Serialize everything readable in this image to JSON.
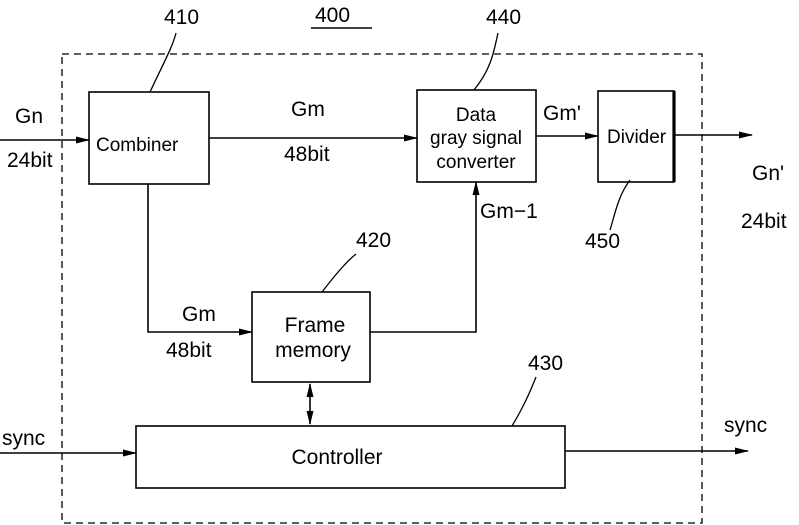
{
  "colors": {
    "ink": "#000000",
    "background": "#ffffff"
  },
  "labels": {
    "system_ref": "400",
    "combiner_ref": "410",
    "frame_memory_ref": "420",
    "controller_ref": "430",
    "converter_ref": "440",
    "divider_ref": "450"
  },
  "blocks": {
    "combiner": "Combiner",
    "converter_line1": "Data",
    "converter_line2": "gray signal",
    "converter_line3": "converter",
    "divider": "Divider",
    "frame_memory_line1": "Frame",
    "frame_memory_line2": "memory",
    "controller": "Controller"
  },
  "signals": {
    "input_name": "Gn",
    "input_width": "24bit",
    "combined_name": "Gm",
    "combined_width": "48bit",
    "memory_in_name": "Gm",
    "memory_in_width": "48bit",
    "previous_frame": "Gm−1",
    "converted": "Gm'",
    "output_name": "Gn'",
    "output_width": "24bit",
    "sync_in": "sync",
    "sync_out": "sync"
  }
}
